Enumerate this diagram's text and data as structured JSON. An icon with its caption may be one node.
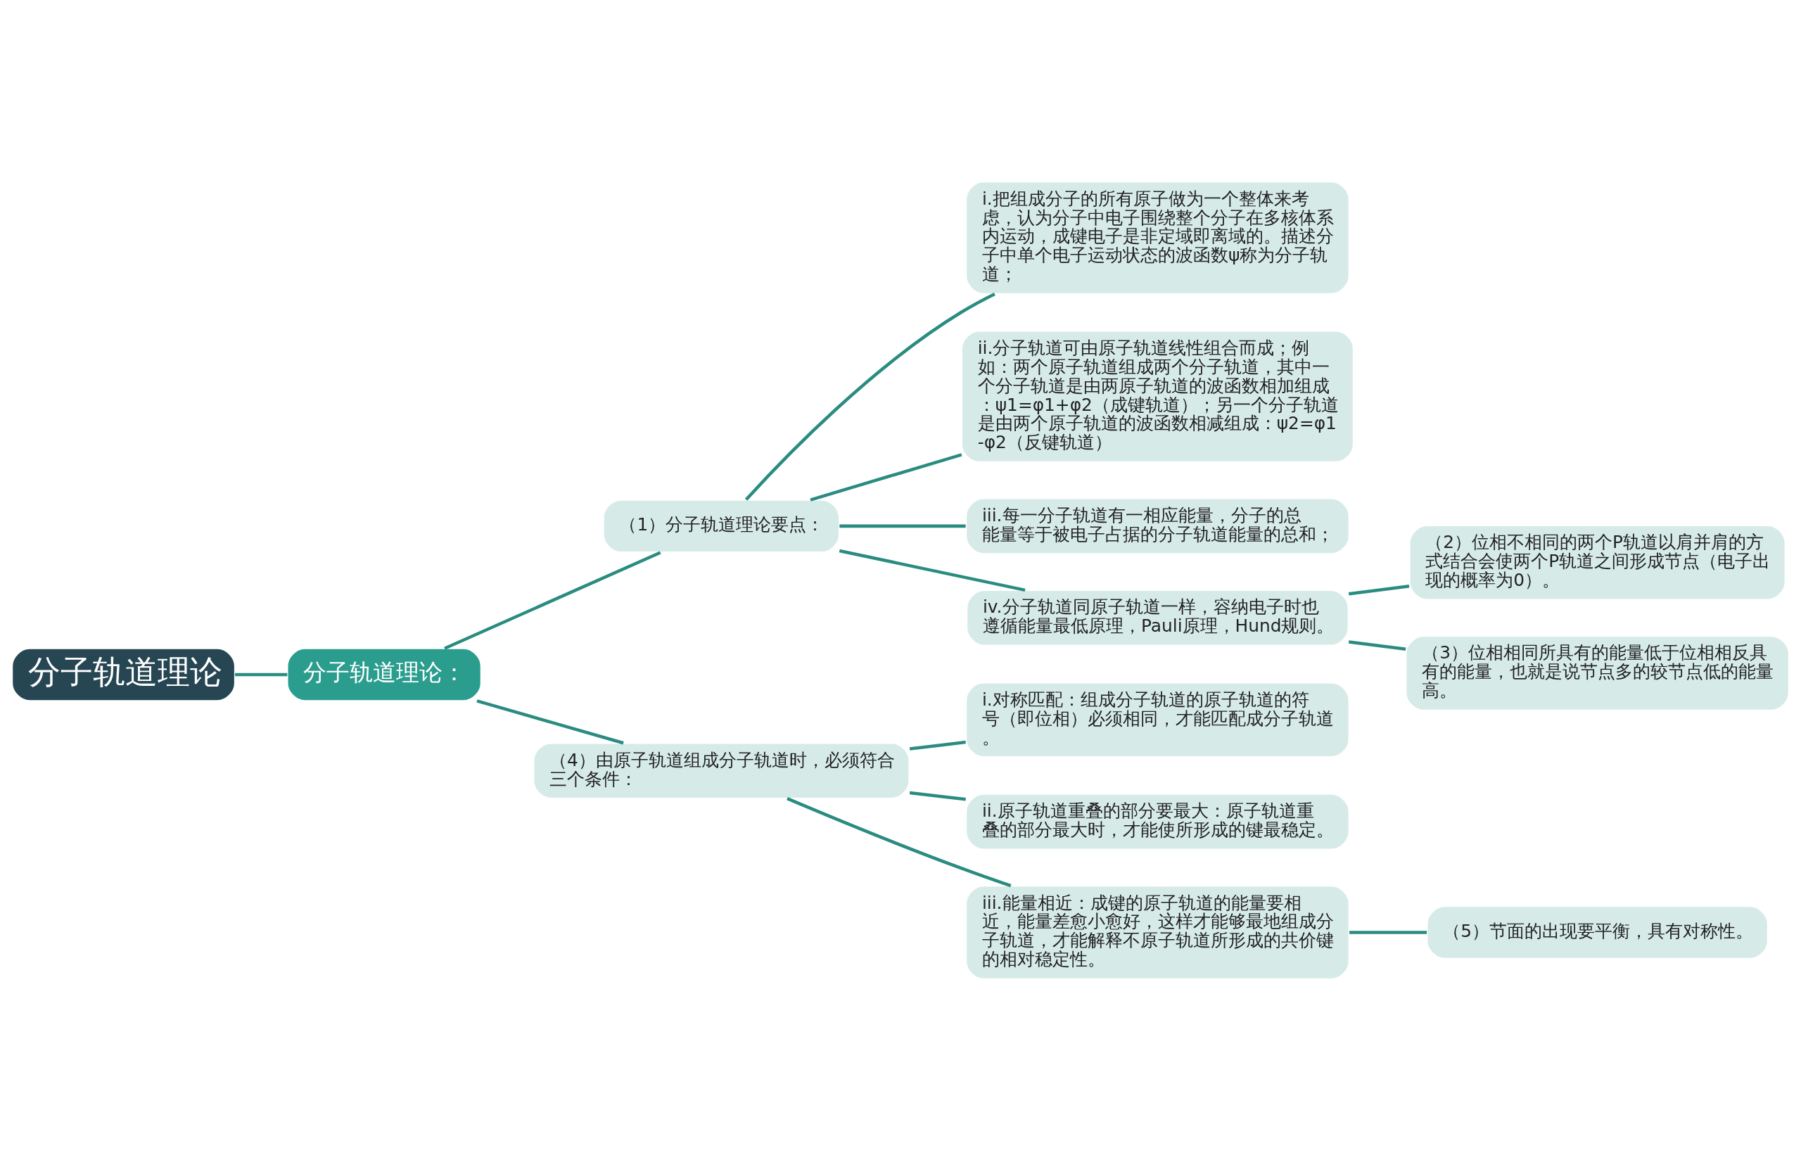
{
  "diagram": {
    "nodes": [
      {
        "text": [
          "分子轨道理论"
        ]
      },
      {
        "text": [
          "分子轨道理论："
        ]
      },
      {
        "text": [
          "（1）分子轨道理论要点："
        ]
      },
      {
        "text": [
          "i.把组成分子的所有原子做为一个整体来考虑，认为分子中电子围绕整个分子在多核体系内运动，成键电子是非定域即离域的。描述分子中单个电子运动状态的波函数ψ称为分子轨道；"
        ]
      },
      {
        "text": [
          "ii.分子轨道可由原子轨道线性组合而成；例如：两个原子轨道组成两个分子轨道，其中一个分子轨道是由两原子轨道的波函数相加组成：ψ1=φ1+φ2（成键轨道）；另一个分子轨道是由两个原子轨道的波函数相减组成：ψ2=φ1 -φ2（反键轨道）"
        ]
      },
      {
        "text": [
          "iii.每一分子轨道有一相应能量，分子的总能量等于被电子占据的分子轨道能量的总和；"
        ]
      },
      {
        "text": [
          "iv.分子轨道同原子轨道一样，容纳电子时也遵循能量最低原理，Pauli原理，Hund规则。"
        ]
      },
      {
        "text": [
          "（2）位相不相同的两个P轨道以肩并肩的方式结合会使两个P轨道之间形成节点（电子出现的概率为0）。"
        ]
      },
      {
        "text": [
          "（3）位相相同所具有的能量低于位相相反具有的能量，也就是说节点多的较节点低的能量高。"
        ]
      },
      {
        "text": [
          "（4）由原子轨道组成分子轨道时，必须符合三个条件："
        ]
      },
      {
        "text": [
          "i.对称匹配：组成分子轨道的原子轨道的符号（即位相）必须相同，才能匹配成分子轨道。"
        ]
      },
      {
        "text": [
          "ii.原子轨道重叠的部分要最大：原子轨道重叠的部分最大时，才能使所形成的键最稳定。"
        ]
      },
      {
        "text": [
          "iii.能量相近：成键的原子轨道的能量要相近，能量差愈小愈好，这样才能够最地组成分子轨道，才能解释不原子轨道所形成的共价键的相对稳定性。"
        ]
      },
      {
        "text": [
          "（5）节面的出现要平衡，具有对称性。"
        ]
      }
    ],
    "edges": [
      {
        "from": 0,
        "to": 1,
        "arrow": "none"
      },
      {
        "from": 1,
        "to": 2,
        "arrow": "none"
      },
      {
        "from": 1,
        "to": 9,
        "arrow": "none"
      },
      {
        "from": 2,
        "to": 3,
        "arrow": "none"
      },
      {
        "from": 2,
        "to": 4,
        "arrow": "none"
      },
      {
        "from": 2,
        "to": 5,
        "arrow": "none"
      },
      {
        "from": 2,
        "to": 6,
        "arrow": "none"
      },
      {
        "from": 6,
        "to": 7,
        "arrow": "none"
      },
      {
        "from": 6,
        "to": 8,
        "arrow": "none"
      },
      {
        "from": 9,
        "to": 10,
        "arrow": "none"
      },
      {
        "from": 9,
        "to": 11,
        "arrow": "none"
      },
      {
        "from": 9,
        "to": 12,
        "arrow": "none"
      },
      {
        "from": 12,
        "to": 13,
        "arrow": "none"
      }
    ]
  }
}
